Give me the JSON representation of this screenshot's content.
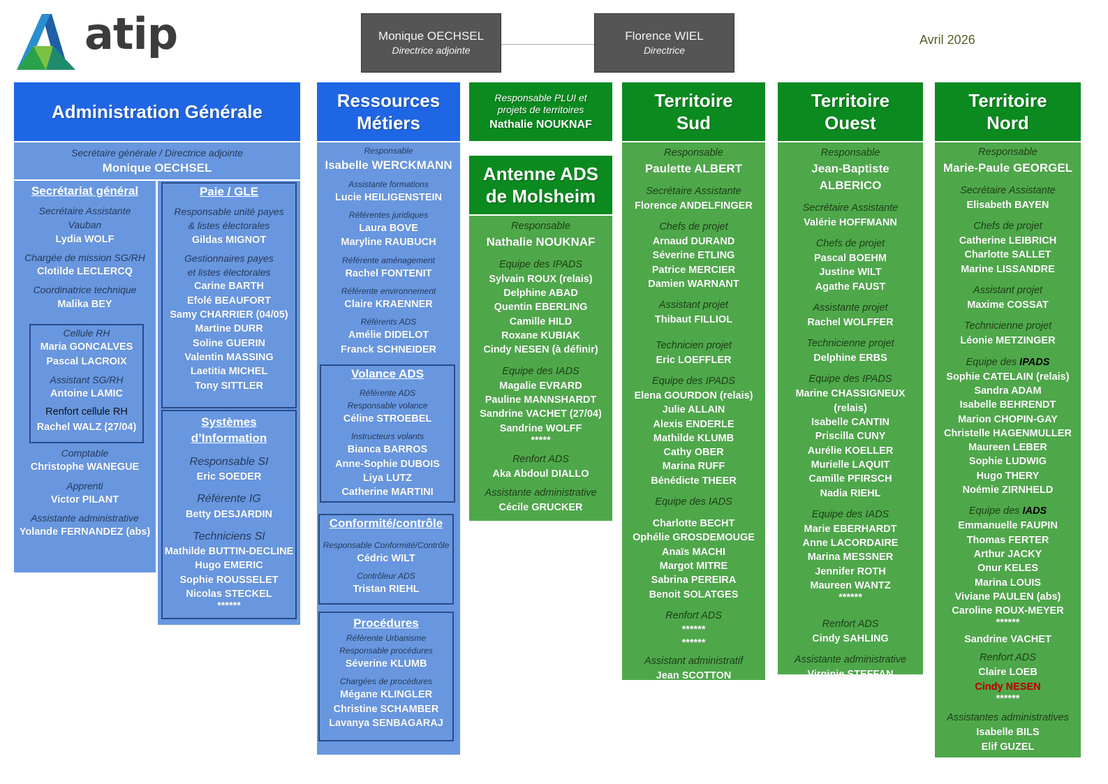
{
  "brand": {
    "name": "atip",
    "logo": "atip-logo-icon"
  },
  "date": "Avril 2026",
  "directors": [
    {
      "name": "Monique OECHSEL",
      "role": "Directrice adjointe"
    },
    {
      "name": "Florence WIEL",
      "role": "Directrice"
    }
  ],
  "colors": {
    "blue_header": "#1f66e5",
    "blue_body": "#6897e0",
    "green_header": "#0b8a1f",
    "green_body": "#4ea84a",
    "director_box": "#555555"
  },
  "admin": {
    "title": "Administration  Générale",
    "sg_role": "Secrétaire générale / Directrice adjointe",
    "sg_name": "Monique OECHSEL",
    "secretariat": {
      "title": "Secrétariat général",
      "r1": "Secrétaire Assistante",
      "r1b": "Vauban",
      "n1": "Lydia WOLF",
      "r2": "Chargée de mission SG/RH",
      "n2": "Clotilde LECLERCQ",
      "r3": "Coordinatrice technique",
      "n3": "Malika BEY",
      "rh_label": "Cellule RH",
      "rh_names": [
        "Maria GONCALVES",
        "Pascal LACROIX"
      ],
      "rh_asst": "Assistant SG/RH",
      "rh_asst_name": "Antoine LAMIC",
      "rh_renfort": "Renfort cellule RH",
      "rh_renfort_name": "Rachel WALZ (27/04)",
      "r4": "Comptable",
      "n4": "Christophe WANEGUE",
      "r5": "Apprenti",
      "n5": "Victor PILANT",
      "r6": "Assistante administrative",
      "n6": "Yolande FERNANDEZ (abs)"
    },
    "paie": {
      "title": "Paie / GLE",
      "r1": "Responsable unité payes",
      "r1b": "& listes électorales",
      "n1": "Gildas MIGNOT",
      "r2": "Gestionnaires payes",
      "r2b": "et listes électorales",
      "names": [
        "Carine BARTH",
        "Efolé BEAUFORT",
        "Samy CHARRIER (04/05)",
        "Martine DURR",
        "Soline GUERIN",
        "Valentin MASSING",
        "Laetitia MICHEL",
        "Tony SITTLER"
      ]
    },
    "si": {
      "title1": "Systèmes",
      "title2": "d’Information",
      "r1": "Responsable SI",
      "n1": "Eric SOEDER",
      "r2": "Référente IG",
      "n2": "Betty DESJARDIN",
      "r3": "Techniciens SI",
      "names": [
        "Mathilde BUTTIN-DECLINE",
        "Hugo EMERIC",
        "Sophie ROUSSELET",
        "Nicolas STECKEL",
        "******"
      ]
    }
  },
  "rm": {
    "title1": "Ressources",
    "title2": "Métiers",
    "r1": "Responsable",
    "n1": "Isabelle WERCKMANN",
    "r2": "Assistante formations",
    "n2": "Lucie HEILIGENSTEIN",
    "r3": "Référentes juridiques",
    "n3": [
      "Laura BOVE",
      "Maryline RAUBUCH"
    ],
    "r4": "Référente aménagement",
    "n4": "Rachel FONTENIT",
    "r5": "Référente environnement",
    "n5": "Claire KRAENNER",
    "r6": "Référents ADS",
    "n6": [
      "Amélie DIDELOT",
      "Franck SCHNEIDER"
    ],
    "volance": {
      "title": "Volance ADS",
      "r1": "Référente ADS",
      "r1b": "Responsable volance",
      "n1": "Céline STROEBEL",
      "r2": "Instructeurs volants",
      "names": [
        "Bianca BARROS",
        "Anne-Sophie DUBOIS",
        "Liya LUTZ",
        "Catherine MARTINI"
      ]
    },
    "conf": {
      "title": "Conformité/contrôle",
      "r1": "Responsable Conformité/Contrôle",
      "n1": "Cédric WILT",
      "r2": "Contrôleur ADS",
      "n2": "Tristan RIEHL"
    },
    "proc": {
      "title": "Procédures",
      "r1": "Référente Urbanisme",
      "r1b": "Responsable procédures",
      "n1": "Séverine KLUMB",
      "r2": "Chargées de procédures",
      "names": [
        "Mégane KLINGLER",
        "Christine SCHAMBER",
        "Lavanya SENBAGARAJ"
      ]
    }
  },
  "plui": {
    "r1": "Responsable PLUI et",
    "r1b": "projets de territoires",
    "n1": "Nathalie NOUKNAF"
  },
  "ads": {
    "title1": "Antenne ADS",
    "title2": "de Molsheim",
    "r1": "Responsable",
    "n1": "Nathalie NOUKNAF",
    "r2": "Equipe des IPADS",
    "ipads": [
      "Sylvain ROUX (relais)",
      "Delphine ABAD",
      "Quentin EBERLING",
      "Camille HILD",
      "Roxane KUBIAK",
      "Cindy NESEN (à définir)"
    ],
    "r3": "Equipe des IADS",
    "iads": [
      "Magalie EVRARD",
      "Pauline MANNSHARDT",
      "Sandrine VACHET (27/04)",
      "Sandrine WOLFF",
      "*****"
    ],
    "r4": "Renfort ADS",
    "n4": "Aka Abdoul DIALLO",
    "r5": "Assistante administrative",
    "n5": "Cécile GRUCKER"
  },
  "sud": {
    "title1": "Territoire",
    "title2": "Sud",
    "r1": "Responsable",
    "n1": "Paulette ALBERT",
    "r2": "Secrétaire Assistante",
    "n2": "Florence ANDELFINGER",
    "r3": "Chefs de projet",
    "chefs": [
      "Arnaud DURAND",
      "Séverine ETLING",
      "Patrice MERCIER",
      "Damien WARNANT"
    ],
    "r4": "Assistant projet",
    "n4": "Thibaut FILLIOL",
    "r5": "Technicien projet",
    "n5": "Eric LOEFFLER",
    "r6": "Equipe des IPADS",
    "ipads": [
      "Elena GOURDON (relais)",
      "Julie ALLAIN",
      "Alexis ENDERLE",
      "Mathilde KLUMB",
      "Cathy OBER",
      "Marina RUFF",
      "Bénédicte THEER"
    ],
    "r7": "Equipe des IADS",
    "iads": [
      "Charlotte BECHT",
      "Ophélie GROSDEMOUGE",
      "Anaïs MACHI",
      "Margot MITRE",
      "Sabrina PEREIRA",
      "Benoit SOLATGES"
    ],
    "r8": "Renfort ADS",
    "renfort": [
      "******",
      "******"
    ],
    "r9": "Assistant administratif",
    "n9": "Jean SCOTTON"
  },
  "ouest": {
    "title1": "Territoire",
    "title2": "Ouest",
    "r1": "Responsable",
    "n1": "Jean-Baptiste",
    "n1b": "ALBERICO",
    "r2": "Secrétaire Assistante",
    "n2": "Valérie HOFFMANN",
    "r3": "Chefs de projet",
    "chefs": [
      "Pascal BOEHM",
      "Justine WILT",
      "Agathe FAUST"
    ],
    "r4": "Assistante projet",
    "n4": "Rachel WOLFFER",
    "r5": "Technicienne projet",
    "n5": "Delphine ERBS",
    "r6": "Equipe des IPADS",
    "ipads": [
      "Marine CHASSIGNEUX",
      "(relais)",
      "Isabelle CANTIN",
      "Priscilla CUNY",
      "Aurélie KOELLER",
      "Murielle LAQUIT",
      "Camille PFIRSCH",
      "Nadia RIEHL"
    ],
    "r7": "Equipe des IADS",
    "iads": [
      "Marie EBERHARDT",
      "Anne LACORDAIRE",
      "Marina MESSNER",
      "Jennifer ROTH",
      "Maureen WANTZ",
      "******"
    ],
    "r8": "Renfort ADS",
    "n8": "Cindy SAHLING",
    "r9": "Assistante administrative",
    "n9": "Virginie STEFFAN"
  },
  "nord": {
    "title1": "Territoire",
    "title2": "Nord",
    "r1": "Responsable",
    "n1": "Marie-Paule GEORGEL",
    "r2": "Secrétaire Assistante",
    "n2": "Elisabeth BAYEN",
    "r3": "Chefs de projet",
    "chefs": [
      "Catherine LEIBRICH",
      "Charlotte SALLET",
      "Marine LISSANDRE"
    ],
    "r4": "Assistant projet",
    "n4": "Maxime COSSAT",
    "r5": "Technicienne projet",
    "n5": "Léonie METZINGER",
    "r6a": "Equipe des ",
    "r6b": "IPADS",
    "ipads": [
      "Sophie CATELAIN (relais)",
      "Sandra ADAM",
      "Isabelle BEHRENDT",
      "Marion CHOPIN-GAY",
      "Christelle HAGENMULLER",
      "Maureen LEBER",
      "Sophie LUDWIG",
      "Hugo THERY",
      "Noémie ZIRNHELD"
    ],
    "r7a": "Equipe des ",
    "r7b": "IADS",
    "iads": [
      "Emmanuelle FAUPIN",
      "Thomas FERTER",
      "Arthur JACKY",
      "Onur KELES",
      "Marina LOUIS",
      "Viviane PAULEN (abs)",
      "Caroline ROUX-MEYER",
      "******"
    ],
    "n7b": "Sandrine VACHET",
    "r8": "Renfort ADS",
    "n8": "Claire LOEB",
    "n8red": "Cindy NESEN",
    "n8c": "******",
    "r9": "Assistantes administratives",
    "asst": [
      "Isabelle BILS",
      "Elif GUZEL"
    ]
  }
}
